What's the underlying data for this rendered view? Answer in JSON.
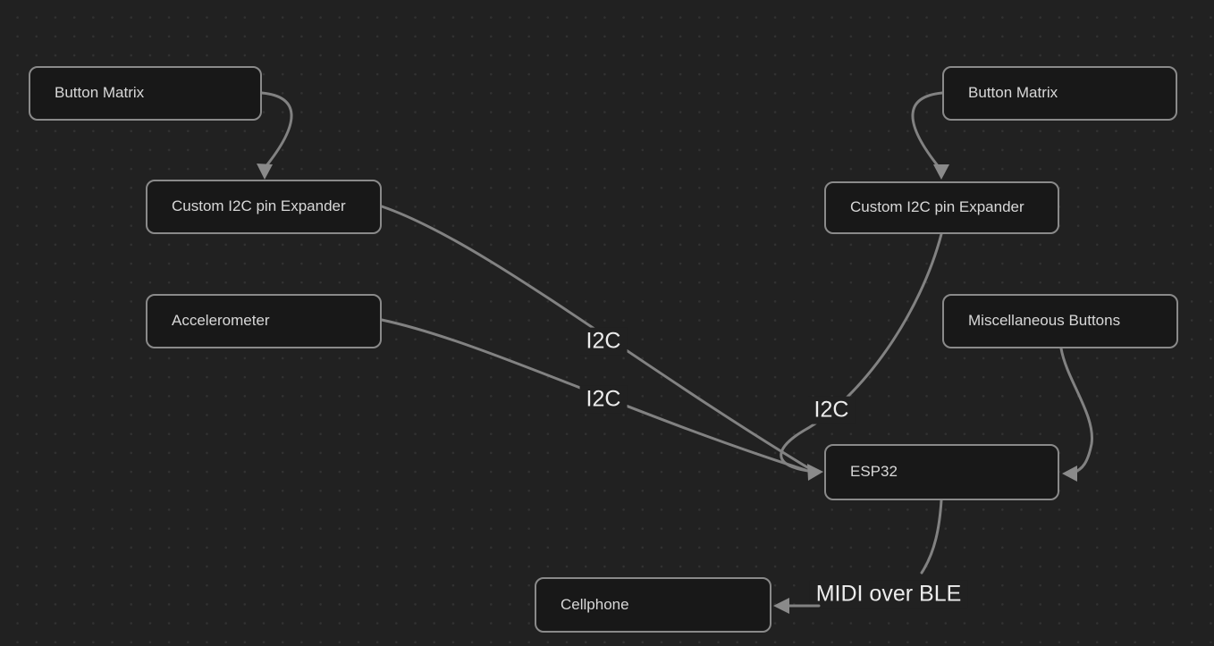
{
  "canvas": {
    "nodes": [
      {
        "id": "button-matrix-left",
        "label": "Button Matrix"
      },
      {
        "id": "custom-i2c-pin-expander-left",
        "label": "Custom I2C pin Expander"
      },
      {
        "id": "accelerometer",
        "label": "Accelerometer"
      },
      {
        "id": "button-matrix-right",
        "label": "Button Matrix"
      },
      {
        "id": "custom-i2c-pin-expander-right",
        "label": "Custom I2C pin Expander"
      },
      {
        "id": "miscellaneous-buttons",
        "label": "Miscellaneous Buttons"
      },
      {
        "id": "esp32",
        "label": "ESP32"
      },
      {
        "id": "cellphone",
        "label": "Cellphone"
      }
    ],
    "edge_labels": [
      {
        "id": "i2c-left-expander-to-esp32",
        "text": "I2C"
      },
      {
        "id": "i2c-accelerometer-to-esp32",
        "text": "I2C"
      },
      {
        "id": "i2c-right-expander-to-esp32",
        "text": "I2C"
      },
      {
        "id": "midi-over-ble",
        "text": "MIDI over BLE"
      }
    ],
    "colors": {
      "canvas_background": "#212121",
      "grid_dot": "#323232",
      "node_fill": "#181818",
      "node_border": "#8a8a8a",
      "node_text": "#d8d8d8",
      "edge_stroke": "#828282",
      "arrowhead_fill": "#8a8a8a",
      "edge_label_text": "#ededed"
    }
  }
}
